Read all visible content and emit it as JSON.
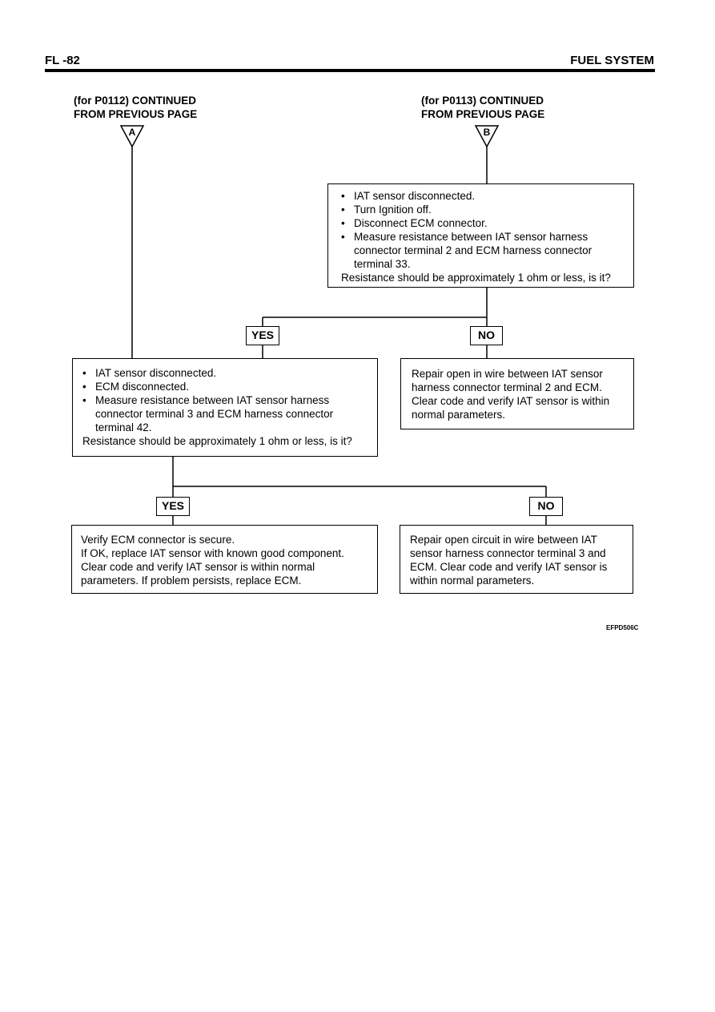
{
  "header": {
    "left": "FL -82",
    "right": "FUEL SYSTEM"
  },
  "connectors": {
    "a": {
      "label_line1": "(for P0112) CONTINUED",
      "label_line2": "FROM PREVIOUS PAGE",
      "letter": "A"
    },
    "b": {
      "label_line1": "(for P0113) CONTINUED",
      "label_line2": "FROM PREVIOUS PAGE",
      "letter": "B"
    }
  },
  "step_b1": {
    "bullets": [
      "IAT sensor disconnected.",
      "Turn Ignition off.",
      "Disconnect ECM connector.",
      "Measure resistance between IAT sensor harness connector terminal 2  and ECM harness connector terminal 33."
    ],
    "question": "Resistance should be approximately 1 ohm or less, is it?"
  },
  "b1_yes": "YES",
  "b1_no": "NO",
  "step_a1": {
    "bullets": [
      "IAT sensor disconnected.",
      "ECM disconnected.",
      "Measure resistance between IAT sensor harness connector terminal 3 and ECM harness connector terminal 42."
    ],
    "question": "Resistance should be approximately 1 ohm or less, is it?"
  },
  "result_b1_no": "Repair open in wire between IAT sensor harness connector terminal 2 and ECM. Clear code and verify IAT sensor is within normal parameters.",
  "a1_yes": "YES",
  "a1_no": "NO",
  "result_a1_yes": {
    "line1": "Verify ECM connector is secure.",
    "line2": "If OK, replace IAT sensor with known good component. Clear code and verify IAT sensor is within normal parameters. If problem persists, replace ECM."
  },
  "result_a1_no": "Repair open circuit in wire between IAT sensor harness connector terminal 3 and ECM. Clear code and verify IAT sensor is within normal parameters.",
  "figure_code": "EFPD506C"
}
